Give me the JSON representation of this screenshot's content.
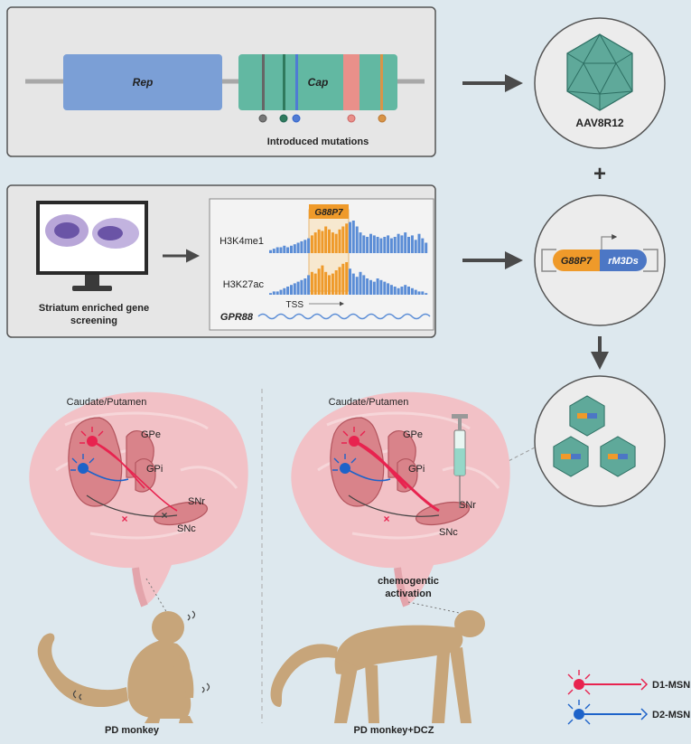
{
  "capsid_panel": {
    "rep_label": "Rep",
    "cap_label": "Cap",
    "mutations_caption": "Introduced mutations"
  },
  "serotype_label": "AAV8R12",
  "plus_sign": "+",
  "screening_panel": {
    "caption_line1": "Striatum enriched gene",
    "caption_line2": "screening",
    "promoter_label": "G88P7",
    "track1_label": "H3K4me1",
    "track2_label": "H3K27ac",
    "tss_label": "TSS",
    "gene_label": "GPR88",
    "h3k4me1_values": [
      2,
      3,
      4,
      4,
      5,
      4,
      5,
      6,
      7,
      8,
      9,
      10,
      12,
      14,
      16,
      15,
      18,
      16,
      14,
      13,
      16,
      18,
      20,
      21,
      22,
      18,
      14,
      12,
      11,
      13,
      12,
      11,
      10,
      11,
      12,
      10,
      11,
      13,
      12,
      14,
      11,
      12,
      9,
      13,
      10,
      7
    ],
    "h3k27ac_values": [
      1,
      2,
      2,
      3,
      4,
      5,
      6,
      7,
      8,
      9,
      10,
      12,
      14,
      13,
      16,
      18,
      14,
      12,
      13,
      15,
      17,
      19,
      20,
      16,
      13,
      11,
      14,
      12,
      10,
      9,
      8,
      10,
      9,
      8,
      7,
      6,
      5,
      4,
      5,
      6,
      5,
      4,
      3,
      2,
      2,
      1
    ]
  },
  "construct": {
    "promoter": "G88P7",
    "payload": "rM3Ds"
  },
  "brain_left": {
    "region_caudate": "Caudate/Putamen",
    "region_gpe": "GPe",
    "region_gpi": "GPi",
    "region_snr": "SNr",
    "region_snc": "SNc",
    "caption": "PD monkey"
  },
  "brain_right": {
    "region_caudate": "Caudate/Putamen",
    "region_gpe": "GPe",
    "region_gpi": "GPi",
    "region_snr": "SNr",
    "region_snc": "SNc",
    "annotation_line1": "chemogentic",
    "annotation_line2": "activation",
    "caption": "PD monkey+DCZ"
  },
  "legend": {
    "d1_label": "D1-MSN",
    "d2_label": "D2-MSN"
  },
  "colors": {
    "rep": "#7b9fd6",
    "cap": "#62b8a2",
    "d1": "#e8234f",
    "d2": "#1e63c9",
    "promoter": "#ef9a2a",
    "payload": "#4c77c5",
    "capsid": "#5fa99a",
    "brain": "#f2c1c6",
    "monkey": "#c7a57a"
  }
}
